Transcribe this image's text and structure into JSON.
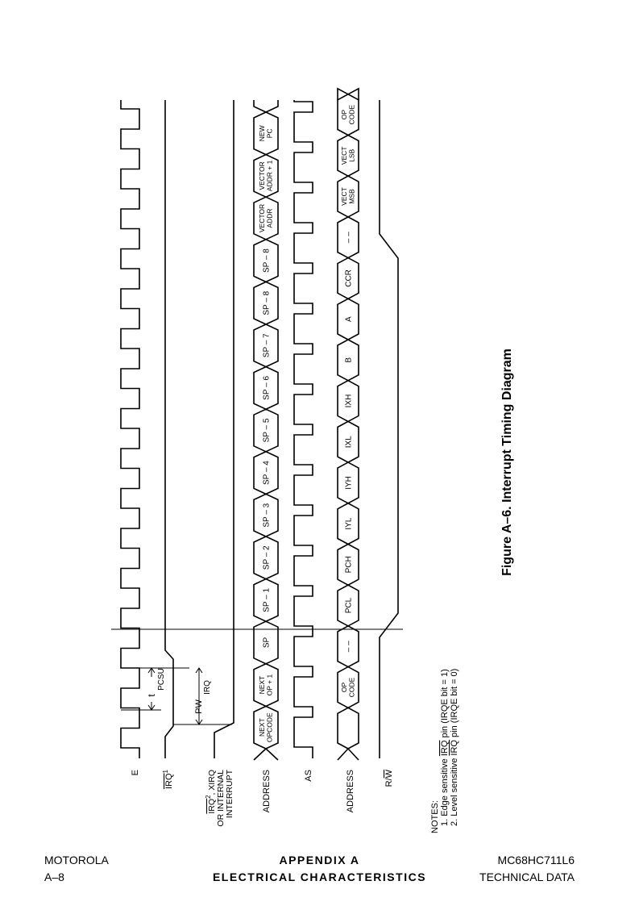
{
  "figure": {
    "caption": "Figure A–6. Interrupt Timing Diagram"
  },
  "signals": {
    "e": "E",
    "irq": "IRQ",
    "irq_sup": "1",
    "xirq_line1_a": "IRQ",
    "xirq_line1_b": ", XIRQ",
    "xirq_sup": "2",
    "xirq_line2": "OR INTERNAL",
    "xirq_line3": "INTERRUPT",
    "address_1": "ADDRESS",
    "as": "AS",
    "address_2": "ADDRESS",
    "rw_r": "R/",
    "rw_w": "W"
  },
  "timing_labels": {
    "t_pcsu_t": "t",
    "t_pcsu_sub": "PCSU",
    "pw_irq": "PW",
    "pw_irq_sub": "IRQ"
  },
  "address_bus_1": [
    "NEXT\nOPCODE",
    "NEXT\nOP + 1",
    "SP",
    "SP – 1",
    "SP – 2",
    "SP – 3",
    "SP – 4",
    "SP – 5",
    "SP – 6",
    "SP – 7",
    "SP – 8",
    "SP – 8",
    "VECTOR\nADDR",
    "VECTOR\nADDR + 1",
    "NEW\nPC"
  ],
  "address_bus_2": [
    "",
    "OP\nCODE",
    "– –",
    "PCL",
    "PCH",
    "IYL",
    "IYH",
    "IXL",
    "IXH",
    "B",
    "A",
    "CCR",
    "– –",
    "VECT\nMSB",
    "VECT\nLSB",
    "OP\nCODE"
  ],
  "notes": {
    "title": "NOTES:",
    "note1_pre": "1. Edge sensitive ",
    "note1_bar": "IRQ",
    "note1_post": " pin (IRQE bit = 1)",
    "note2_pre": "2. Level sensitive ",
    "note2_bar": "IRQ",
    "note2_post": " pin (IRQE bit = 0)"
  },
  "footer": {
    "left_1": "MOTOROLA",
    "left_2": "A–8",
    "center_1": "APPENDIX A",
    "center_2": "ELECTRICAL CHARACTERISTICS",
    "right_1": "MC68HC711L6",
    "right_2": "TECHNICAL DATA"
  }
}
